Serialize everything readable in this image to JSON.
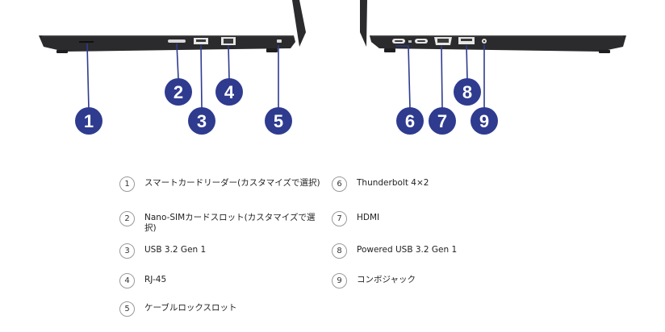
{
  "colors": {
    "laptop_body": "#2b2b2d",
    "laptop_edge": "#3c3c3f",
    "callout_fill": "#2e3b8f",
    "callout_line": "#2e3b8f",
    "badge_text": "#ffffff"
  },
  "callouts": [
    "1",
    "2",
    "3",
    "4",
    "5",
    "6",
    "7",
    "8",
    "9"
  ],
  "legend": [
    {
      "num": "1",
      "label": "スマートカードリーダー(カスタマイズで選択)"
    },
    {
      "num": "2",
      "label": "Nano-SIMカードスロット(カスタマイズで選択)"
    },
    {
      "num": "3",
      "label": "USB 3.2 Gen 1"
    },
    {
      "num": "4",
      "label": "RJ-45"
    },
    {
      "num": "5",
      "label": "ケーブルロックスロット"
    },
    {
      "num": "6",
      "label": "Thunderbolt 4×2"
    },
    {
      "num": "7",
      "label": "HDMI"
    },
    {
      "num": "8",
      "label": "Powered USB 3.2 Gen 1"
    },
    {
      "num": "9",
      "label": "コンボジャック"
    }
  ]
}
